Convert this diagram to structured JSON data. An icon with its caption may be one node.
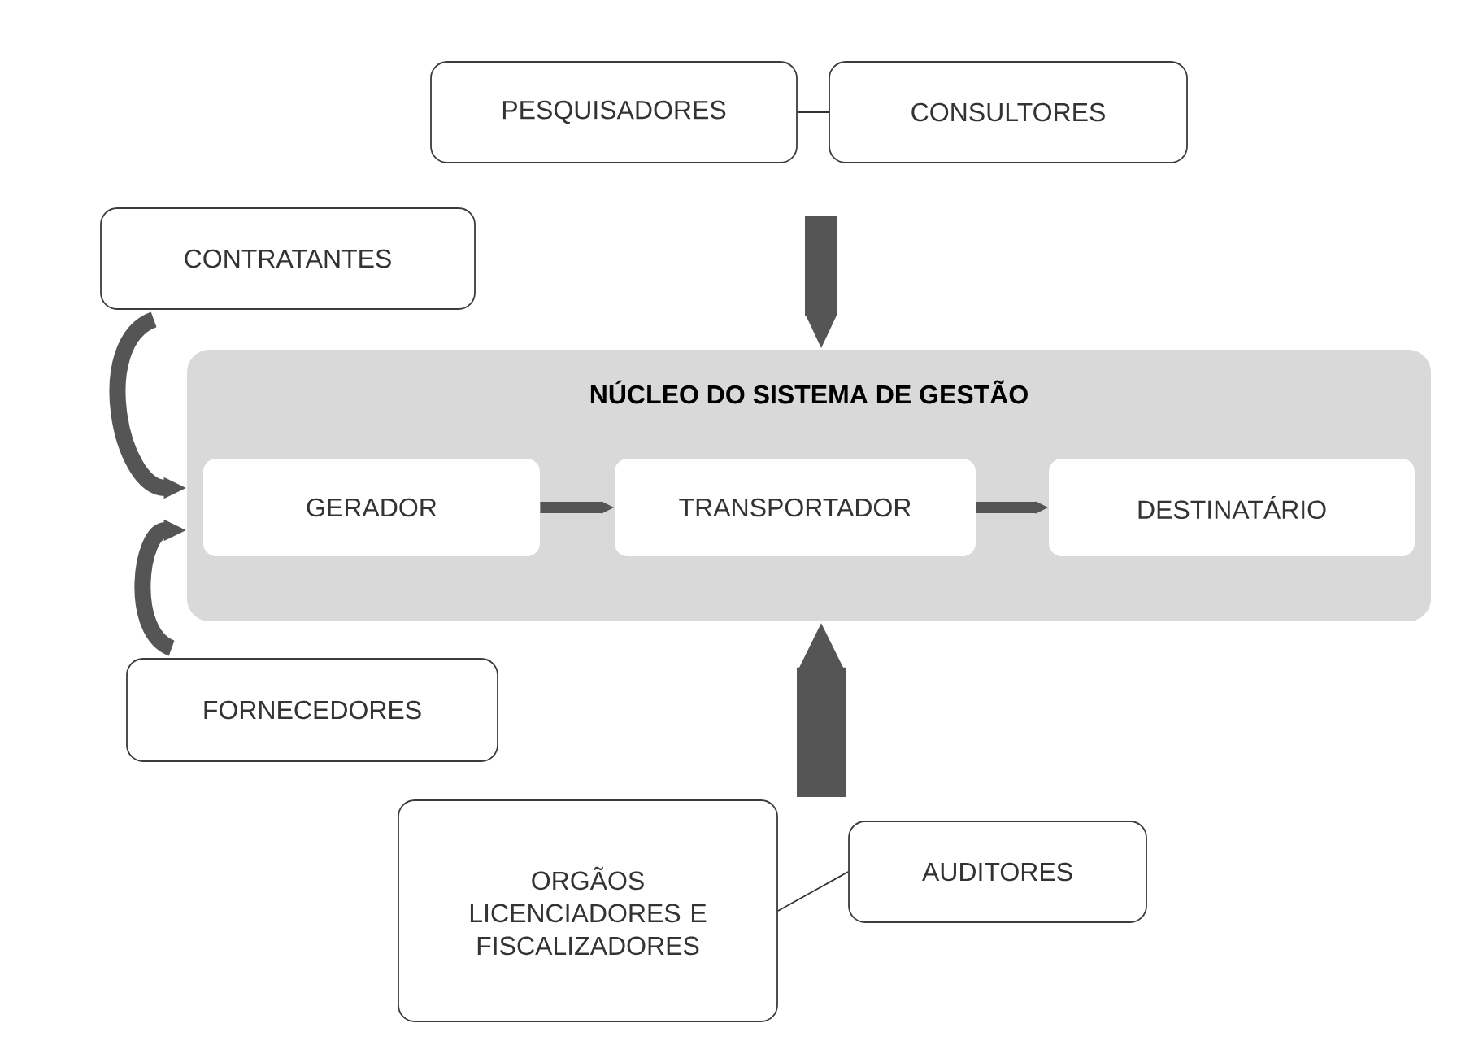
{
  "diagram": {
    "nodes": [
      {
        "text": [
          "PESQUISADORES"
        ]
      },
      {
        "text": [
          "CONSULTORES"
        ]
      },
      {
        "text": [
          "CONTRATANTES"
        ]
      },
      {
        "text": [
          "NÚCLEO DO SISTEMA DE GESTÃO"
        ]
      },
      {
        "text": [
          "GERADOR"
        ],
        "in": 3
      },
      {
        "text": [
          "TRANSPORTADOR"
        ],
        "in": 3
      },
      {
        "text": [
          "DESTINATÁRIO"
        ],
        "in": 3
      },
      {
        "text": [
          "FORNECEDORES"
        ]
      },
      {
        "text": [
          "ORGÃOS LICENCIADORES E FISCALIZADORES"
        ]
      },
      {
        "text": [
          "AUDITORES"
        ]
      }
    ],
    "edges": [
      {
        "from": 0,
        "to": 1,
        "arrow": "none"
      },
      {
        "from": null,
        "to": 3,
        "arrow": "to",
        "style": "thick"
      },
      {
        "from": 2,
        "to": 4,
        "arrow": "to"
      },
      {
        "from": 7,
        "to": 4,
        "arrow": "to"
      },
      {
        "from": 4,
        "to": 5,
        "arrow": "to"
      },
      {
        "from": 5,
        "to": 6,
        "arrow": "to"
      },
      {
        "from": null,
        "to": 3,
        "arrow": "to",
        "style": "thick"
      },
      {
        "from": 8,
        "to": 9,
        "arrow": "none"
      }
    ]
  }
}
